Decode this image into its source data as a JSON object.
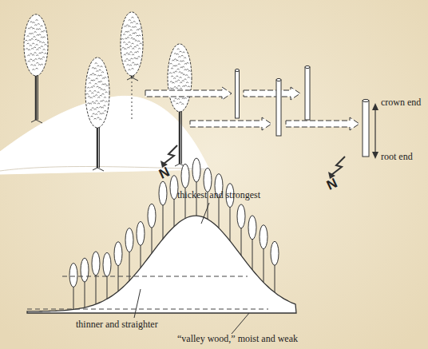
{
  "diagram": {
    "labels": [
      "crown end",
      "root end",
      "thickest and strongest",
      "thinner and straighter",
      "“valley wood,” moist and weak",
      "N",
      "N"
    ]
  }
}
